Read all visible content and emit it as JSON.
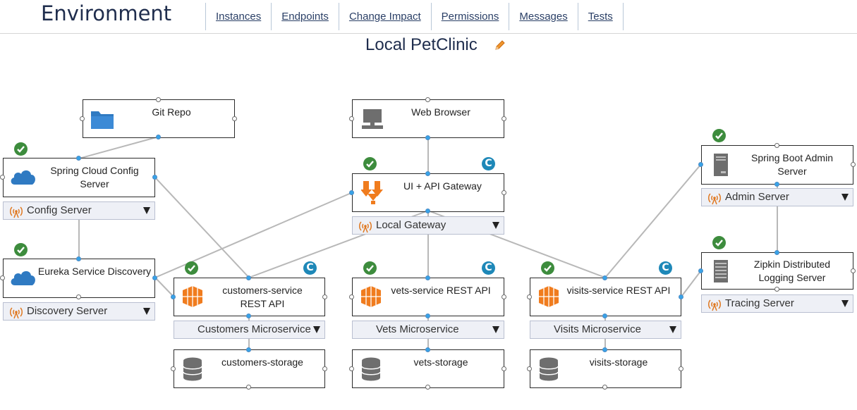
{
  "app": {
    "title": "Environment"
  },
  "nav": {
    "tabs": [
      "Instances",
      "Endpoints",
      "Change Impact",
      "Permissions",
      "Messages",
      "Tests"
    ]
  },
  "environment": {
    "name": "Local PetClinic"
  },
  "nodes": {
    "git_repo": {
      "label": "Git Repo",
      "icon": "folder-icon"
    },
    "web_browser": {
      "label": "Web Browser",
      "icon": "monitor-icon"
    },
    "config_server": {
      "label": "Spring Cloud Config Server",
      "icon": "cloud-icon",
      "selector": "Config Server",
      "status": "ok"
    },
    "eureka": {
      "label": "Eureka Service Discovery",
      "icon": "cloud-icon",
      "selector": "Discovery Server",
      "status": "ok"
    },
    "gateway": {
      "label": "UI + API Gateway",
      "icon": "gateway-icon",
      "selector": "Local Gateway",
      "status": "ok",
      "badge": "C"
    },
    "customers": {
      "label": "customers-service REST API",
      "icon": "cube-icon",
      "selector": "Customers Microservice",
      "status": "ok",
      "badge": "C"
    },
    "vets": {
      "label": "vets-service REST API",
      "icon": "cube-icon",
      "selector": "Vets Microservice",
      "status": "ok",
      "badge": "C"
    },
    "visits": {
      "label": "visits-service REST API",
      "icon": "cube-icon",
      "selector": "Visits Microservice",
      "status": "ok",
      "badge": "C"
    },
    "admin": {
      "label": "Spring Boot Admin Server",
      "icon": "server-icon",
      "selector": "Admin Server",
      "status": "ok"
    },
    "zipkin": {
      "label": "Zipkin Distributed Logging Server",
      "icon": "server-icon",
      "selector": "Tracing Server",
      "status": "ok"
    },
    "customers_storage": {
      "label": "customers-storage",
      "icon": "database-icon"
    },
    "vets_storage": {
      "label": "vets-storage",
      "icon": "database-icon"
    },
    "visits_storage": {
      "label": "visits-storage",
      "icon": "database-icon"
    }
  },
  "colors": {
    "accent": "#37a3e8",
    "ok": "#3d8c3d",
    "badge": "#1e88b8",
    "folder": "#2f7ac2",
    "cube": "#f07c1e",
    "gray_icon": "#6e6e6e"
  }
}
